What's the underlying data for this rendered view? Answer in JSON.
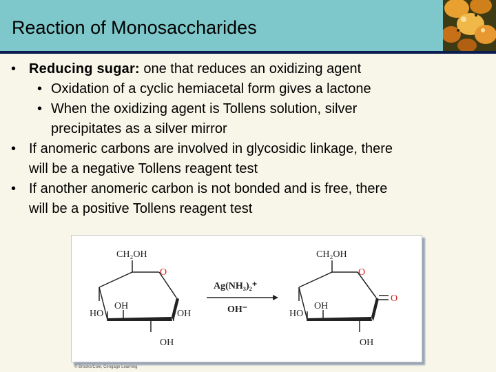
{
  "slide": {
    "title": "Reaction of Monosaccharides"
  },
  "bullets": [
    {
      "level": 1,
      "term": "Reducing sugar:",
      "text": " one that reduces an oxidizing agent"
    },
    {
      "level": 2,
      "text": "Oxidation of a cyclic hemiacetal form gives a lactone"
    },
    {
      "level": 2,
      "text": "When the oxidizing agent is Tollens solution, silver"
    },
    {
      "level": 2,
      "continuation": true,
      "text": "precipitates as a silver mirror"
    },
    {
      "level": 1,
      "text": "If anomeric carbons are involved in glycosidic linkage, there"
    },
    {
      "level": 1,
      "continuation": true,
      "text": "will be a negative Tollens reagent test"
    },
    {
      "level": 1,
      "text": "If another anomeric carbon is not bonded and is free, there"
    },
    {
      "level": 1,
      "continuation": true,
      "text": "will be a positive Tollens reagent test"
    }
  ],
  "figure": {
    "left_molecule": {
      "ch2oh": "CH₂OH",
      "ring_o": "O",
      "oh_inner": "OH",
      "ho_left": "HO",
      "oh_right": "OH",
      "oh_bottom": "OH"
    },
    "reagent_top": "Ag(NH₃)₂⁺",
    "reagent_bottom": "OH⁻",
    "right_molecule": {
      "ch2oh": "CH₂OH",
      "ring_o": "O",
      "carbonyl_o": "O",
      "oh_inner": "OH",
      "ho_left": "HO",
      "oh_bottom": "OH"
    },
    "credit": "© Brooks/Cole, Cengage Learning"
  },
  "colors": {
    "title_bar": "#7ec8cb",
    "divider": "#0c1c50",
    "background": "#f8f6e8",
    "ring_oxygen": "#d42020"
  }
}
